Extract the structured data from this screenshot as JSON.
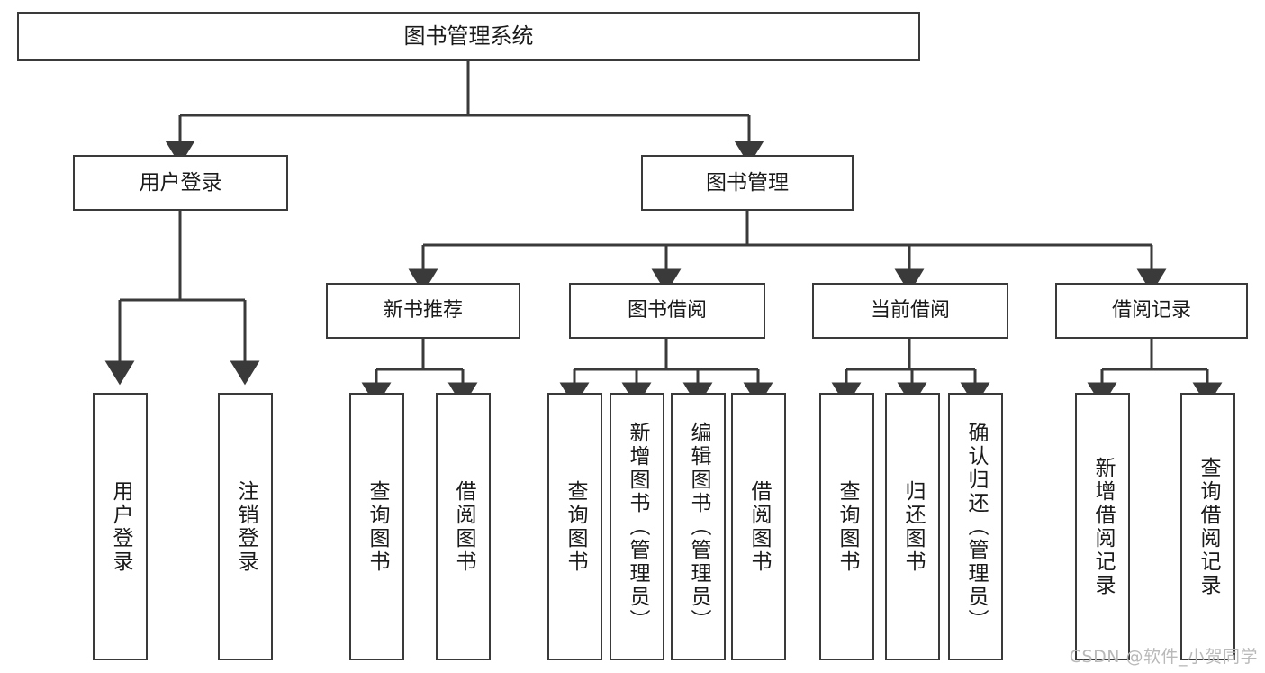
{
  "diagram": {
    "title": "图书管理系统",
    "type": "tree-hierarchy",
    "root": {
      "label": "图书管理系统"
    },
    "level1": [
      {
        "label": "用户登录"
      },
      {
        "label": "图书管理"
      }
    ],
    "level2": [
      {
        "label": "新书推荐"
      },
      {
        "label": "图书借阅"
      },
      {
        "label": "当前借阅"
      },
      {
        "label": "借阅记录"
      }
    ],
    "leaves": {
      "user_login": [
        {
          "label": "用户登录"
        },
        {
          "label": "注销登录"
        }
      ],
      "new_book_recommend": [
        {
          "label": "查询图书"
        },
        {
          "label": "借阅图书"
        }
      ],
      "book_borrow": [
        {
          "label": "查询图书"
        },
        {
          "label": "新增图书（管理员）"
        },
        {
          "label": "编辑图书（管理员）"
        },
        {
          "label": "借阅图书"
        }
      ],
      "current_borrow": [
        {
          "label": "查询图书"
        },
        {
          "label": "归还图书"
        },
        {
          "label": "确认归还（管理员）"
        }
      ],
      "borrow_record": [
        {
          "label": "新增借阅记录"
        },
        {
          "label": "查询借阅记录"
        }
      ]
    }
  },
  "watermark": {
    "text": "CSDN @软件_小贺同学"
  },
  "colors": {
    "border": "#3a3a3a",
    "background": "#ffffff",
    "text": "#1a1a1a",
    "watermark": "#b9b9b9"
  }
}
